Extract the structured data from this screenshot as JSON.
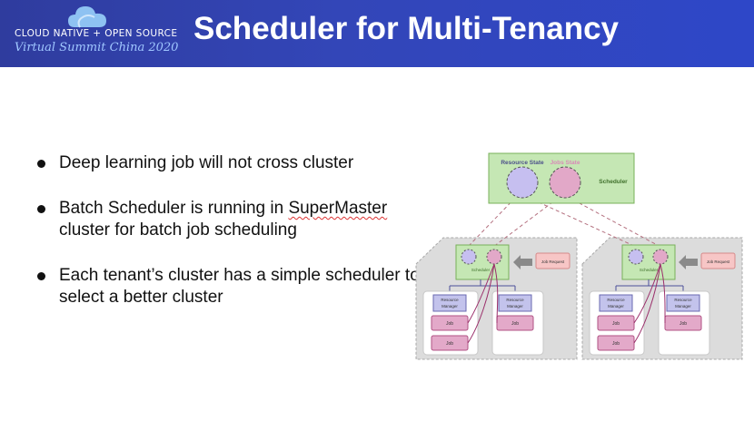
{
  "header": {
    "logo_line1": "CLOUD NATIVE + OPEN SOURCE",
    "logo_line2": "Virtual Summit China 2020",
    "title": "Scheduler for Multi-Tenancy"
  },
  "bullets": [
    {
      "parts": [
        "Deep learning job will not cross cluster"
      ]
    },
    {
      "parts": [
        "Batch Scheduler is running in ",
        "SuperMaster",
        " cluster for batch job scheduling"
      ]
    },
    {
      "parts": [
        "Each tenant’s cluster has a simple scheduler to select a better cluster"
      ]
    }
  ],
  "diagram": {
    "top_scheduler": {
      "resource_state": "Resource State",
      "jobs_state": "Jobs State",
      "label": "Scheduler"
    },
    "left_cluster": {
      "scheduler": "Scheduler",
      "job_request": "Job Request",
      "rm1_line1": "Resource",
      "rm1_line2": "Manager",
      "rm2_line1": "Resource",
      "rm2_line2": "Manager",
      "job1": "Job",
      "job2": "Job",
      "job3": "Job"
    },
    "right_cluster": {
      "scheduler": "Scheduler",
      "job_request": "Job Request",
      "rm1_line1": "Resource",
      "rm1_line2": "Manager",
      "rm2_line1": "Resource",
      "rm2_line2": "Manager",
      "job1": "Job",
      "job2": "Job",
      "job3": "Job"
    },
    "colors": {
      "green_fill": "#c5e7b4",
      "green_stroke": "#78b05a",
      "purple_fill": "#c6bff0",
      "pink_fill": "#e2a8c8",
      "rm_fill": "#c3c3ec",
      "job_fill": "#e3a9c9",
      "job_stroke": "#b05284",
      "request_fill": "#f7c6c6",
      "link_color": "#9b2f6b",
      "cluster_bg": "#dcdcdc"
    }
  }
}
